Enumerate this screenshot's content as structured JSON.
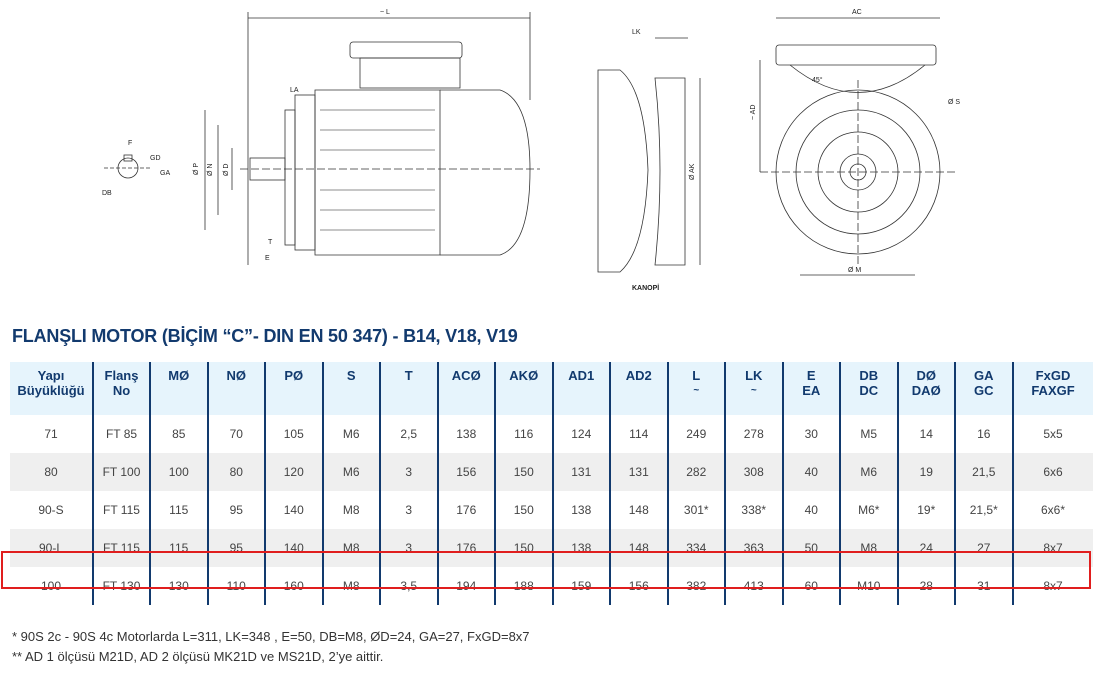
{
  "drawing_labels": {
    "L": "~ L",
    "LA": "LA",
    "F": "F",
    "GD": "GD",
    "GA": "GA",
    "DB": "DB",
    "P": "Ø P",
    "N": "Ø N",
    "D": "Ø D",
    "T": "T",
    "E": "E",
    "LK": "LK",
    "AK": "Ø AK",
    "kanopi": "KANOPİ",
    "AC": "AC",
    "AD": "~ AD",
    "angle": "45°",
    "S": "Ø S",
    "M": "Ø M"
  },
  "title": "FLANŞLI MOTOR (BİÇİM “C”- DIN EN 50 347) - B14, V18, V19",
  "headers": [
    [
      "Yapı",
      "Büyüklüğü"
    ],
    [
      "Flanş",
      "No"
    ],
    [
      "MØ",
      ""
    ],
    [
      "NØ",
      ""
    ],
    [
      "PØ",
      ""
    ],
    [
      "S",
      ""
    ],
    [
      "T",
      ""
    ],
    [
      "ACØ",
      ""
    ],
    [
      "AKØ",
      ""
    ],
    [
      "AD1",
      ""
    ],
    [
      "AD2",
      ""
    ],
    [
      "L",
      "~"
    ],
    [
      "LK",
      "~"
    ],
    [
      "E",
      "EA"
    ],
    [
      "DB",
      "DC"
    ],
    [
      "DØ",
      "DAØ"
    ],
    [
      "GA",
      "GC"
    ],
    [
      "FxGD",
      "FAXGF"
    ]
  ],
  "rows": [
    [
      "71",
      "FT 85",
      "85",
      "70",
      "105",
      "M6",
      "2,5",
      "138",
      "116",
      "124",
      "114",
      "249",
      "278",
      "30",
      "M5",
      "14",
      "16",
      "5x5"
    ],
    [
      "80",
      "FT 100",
      "100",
      "80",
      "120",
      "M6",
      "3",
      "156",
      "150",
      "131",
      "131",
      "282",
      "308",
      "40",
      "M6",
      "19",
      "21,5",
      "6x6"
    ],
    [
      "90-S",
      "FT 115",
      "115",
      "95",
      "140",
      "M8",
      "3",
      "176",
      "150",
      "138",
      "148",
      "301*",
      "338*",
      "40",
      "M6*",
      "19*",
      "21,5*",
      "6x6*"
    ],
    [
      "90-L",
      "FT 115",
      "115",
      "95",
      "140",
      "M8",
      "3",
      "176",
      "150",
      "138",
      "148",
      "334",
      "363",
      "50",
      "M8",
      "24",
      "27",
      "8x7"
    ],
    [
      "100",
      "FT 130",
      "130",
      "110",
      "160",
      "M8",
      "3,5",
      "194",
      "188",
      "159",
      "156",
      "382",
      "413",
      "60",
      "M10",
      "28",
      "31",
      "8x7"
    ]
  ],
  "highlighted_row": 4,
  "colors": {
    "highlight": "#e01e1e",
    "header_bg": "#e6f4fc",
    "navy": "#123a6e"
  },
  "notes": [
    "*   90S 2c - 90S 4c Motorlarda L=311, LK=348 , E=50, DB=M8, ØD=24, GA=27, FxGD=8x7",
    "** AD 1 ölçüsü M21D, AD 2 ölçüsü MK21D ve MS21D, 2’ye aittir."
  ]
}
